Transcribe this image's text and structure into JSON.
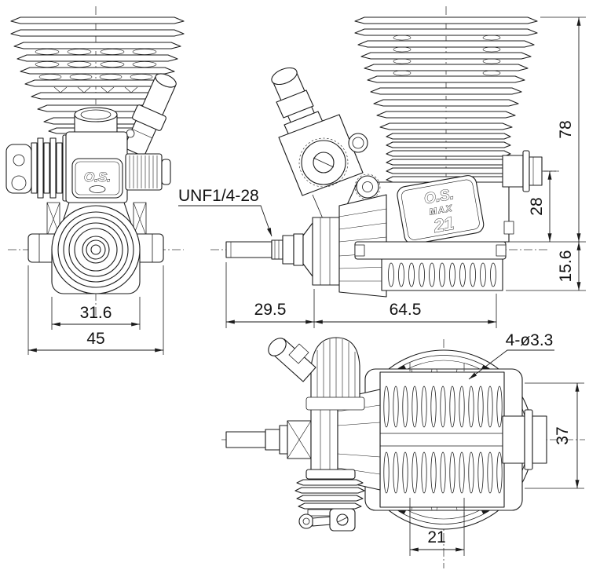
{
  "colors": {
    "line": "#1b1b1b",
    "centerline": "#3c3c3c",
    "background": "#ffffff"
  },
  "logo": {
    "front_os": "O.S.",
    "side_os": "O.S.",
    "side_max": "MAX",
    "side_21": "21"
  },
  "labels": {
    "crankshaft_thread": "UNF1/4-28",
    "mount_holes": "4-ø3.3"
  },
  "dims": {
    "crankcase_width": "31.6",
    "mount_lug_span": "45",
    "shaft_length": "29.5",
    "body_length": "64.5",
    "overall_height": "78",
    "exhaust_center_height": "28",
    "mount_lug_height": "15.6",
    "mount_width": "37",
    "hole_spacing": "21"
  }
}
